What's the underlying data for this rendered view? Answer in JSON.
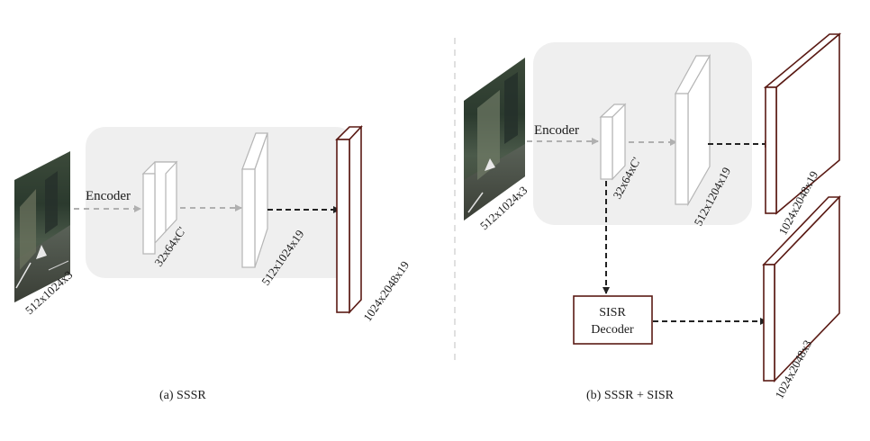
{
  "left": {
    "input_label": "512x1024x3",
    "encoder_label": "Encoder",
    "feature_label": "32x64xC'",
    "upsampled_label": "512x1024x19",
    "output_label": "1024x2048x19",
    "caption": "(a) SSSR"
  },
  "right": {
    "input_label": "512x1024x3",
    "encoder_label": "Encoder",
    "feature_label": "32x64xC'",
    "upsampled_label": "512x1204x19",
    "output_label_top": "1024x2048x19",
    "decoder_line1": "SISR",
    "decoder_line2": "Decoder",
    "output_label_bottom": "1024x2048x3",
    "caption": "(b) SSSR + SISR"
  },
  "colors": {
    "panel": "#efefef",
    "feature_border": "#b5b5b5",
    "output_border": "#5a1a14",
    "dashed_dark": "#222222",
    "dashed_grey": "#b0b0b0"
  }
}
